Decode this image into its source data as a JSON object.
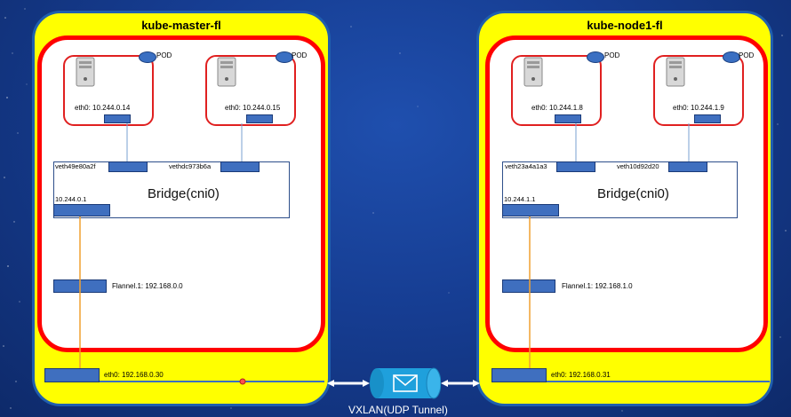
{
  "diagram": {
    "master": {
      "title": "kube-master-fl",
      "pod_label_1": "POD",
      "pod_label_2": "POD",
      "pod1_ip": "eth0: 10.244.0.14",
      "pod2_ip": "eth0: 10.244.0.15",
      "veth1": "veth49e80a2f",
      "veth2": "vethdc973b6a",
      "bridge_label": "Bridge(cni0)",
      "bridge_ip": "10.244.0.1",
      "flannel": "Flannel.1:  192.168.0.0",
      "eth0": "eth0:  192.168.0.30"
    },
    "node1": {
      "title": "kube-node1-fl",
      "pod_label_1": "POD",
      "pod_label_2": "POD",
      "pod1_ip": "eth0: 10.244.1.8",
      "pod2_ip": "eth0: 10.244.1.9",
      "veth1": "veth23a4a1a3",
      "veth2": "veth10d92d20",
      "bridge_label": "Bridge(cni0)",
      "bridge_ip": "10.244.1.1",
      "flannel": "Flannel.1:  192.168.1.0",
      "eth0": "eth0:  192.168.0.31"
    },
    "tunnel_label": "VXLAN(UDP Tunnel)",
    "colors": {
      "node_fill": "#ffff00",
      "node_border": "#1f5fae",
      "inner_border": "#ff0000",
      "port_fill": "#3f6fbf",
      "wire_orange": "#f0a030",
      "tunnel_fill": "#1fa0dc"
    },
    "icons": [
      "server-icon",
      "envelope-icon"
    ]
  }
}
